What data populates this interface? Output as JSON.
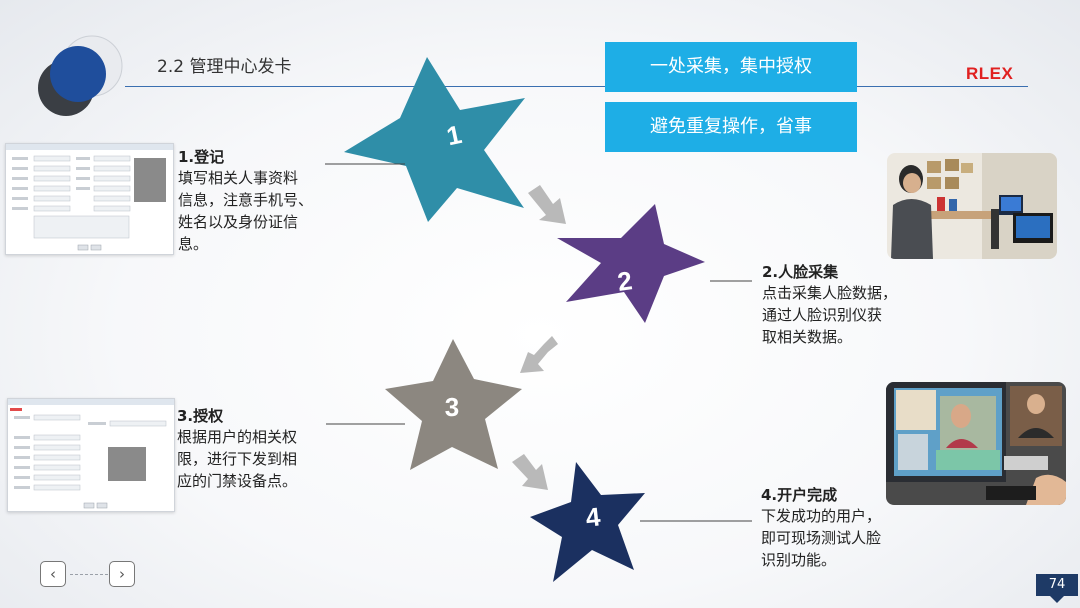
{
  "header": {
    "title": "2.2 管理中心发卡",
    "brand": "RLEX"
  },
  "banners": [
    "一处采集，集中授权",
    "避免重复操作，省事"
  ],
  "stars": [
    "1",
    "2",
    "3",
    "4"
  ],
  "steps": [
    {
      "title": "1.登记",
      "desc": [
        "填写相关人事资料",
        "信息，注意手机号、",
        "姓名以及身份证信",
        "息。"
      ]
    },
    {
      "title": "2.人脸采集",
      "desc": [
        "点击采集人脸数据，",
        "通过人脸识别仪获",
        "取相关数据。"
      ]
    },
    {
      "title": "3.授权",
      "desc": [
        "根据用户的相关权",
        "限，进行下发到相",
        "应的门禁设备点。"
      ]
    },
    {
      "title": "4.开户完成",
      "desc": [
        "下发成功的用户，",
        "即可现场测试人脸",
        "识别功能。"
      ]
    }
  ],
  "nav": {
    "prev_icon": "chevron-left-icon",
    "next_icon": "chevron-right-icon"
  },
  "page_number": "74",
  "colors": {
    "star1": "#2f8ea8",
    "star2": "#5b3d85",
    "star3": "#8c8780",
    "star4": "#1b3060",
    "banner": "#1eaee6",
    "brand": "#e02020",
    "arrow": "#b9b9b9"
  }
}
